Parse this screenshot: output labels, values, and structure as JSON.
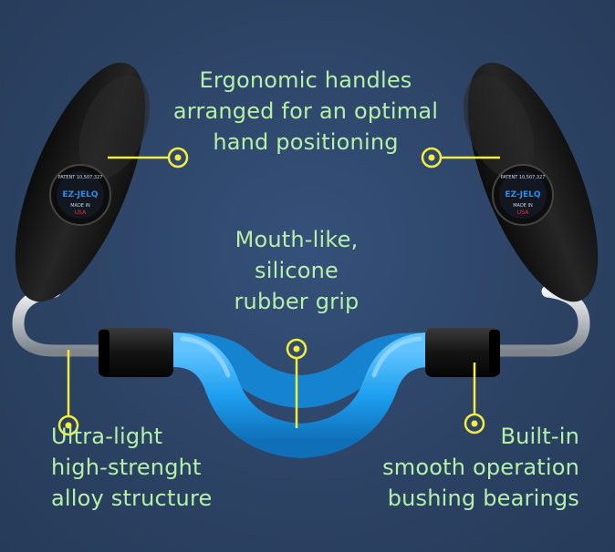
{
  "callouts": {
    "handles": "Ergonomic handles\narranged for an optimal\nhand positioning",
    "grip": "Mouth-like,\nsilicone\nrubber grip",
    "alloy": "Ultra-light\nhigh-strenght\nalloy structure",
    "bearings": "Built-in\nsmooth operation\nbushing bearings"
  },
  "badge": {
    "patent": "PATENT 10,507,327",
    "brand": "EZ-JELQ",
    "made_in": "MADE IN",
    "country": "USA"
  },
  "colors": {
    "background": "#2d4466",
    "label": "#b5f0a8",
    "callout": "#f4ec3a",
    "grip": "#1e9ff0",
    "handle": "#1a1a1a",
    "rod": "#c9cdd1"
  }
}
